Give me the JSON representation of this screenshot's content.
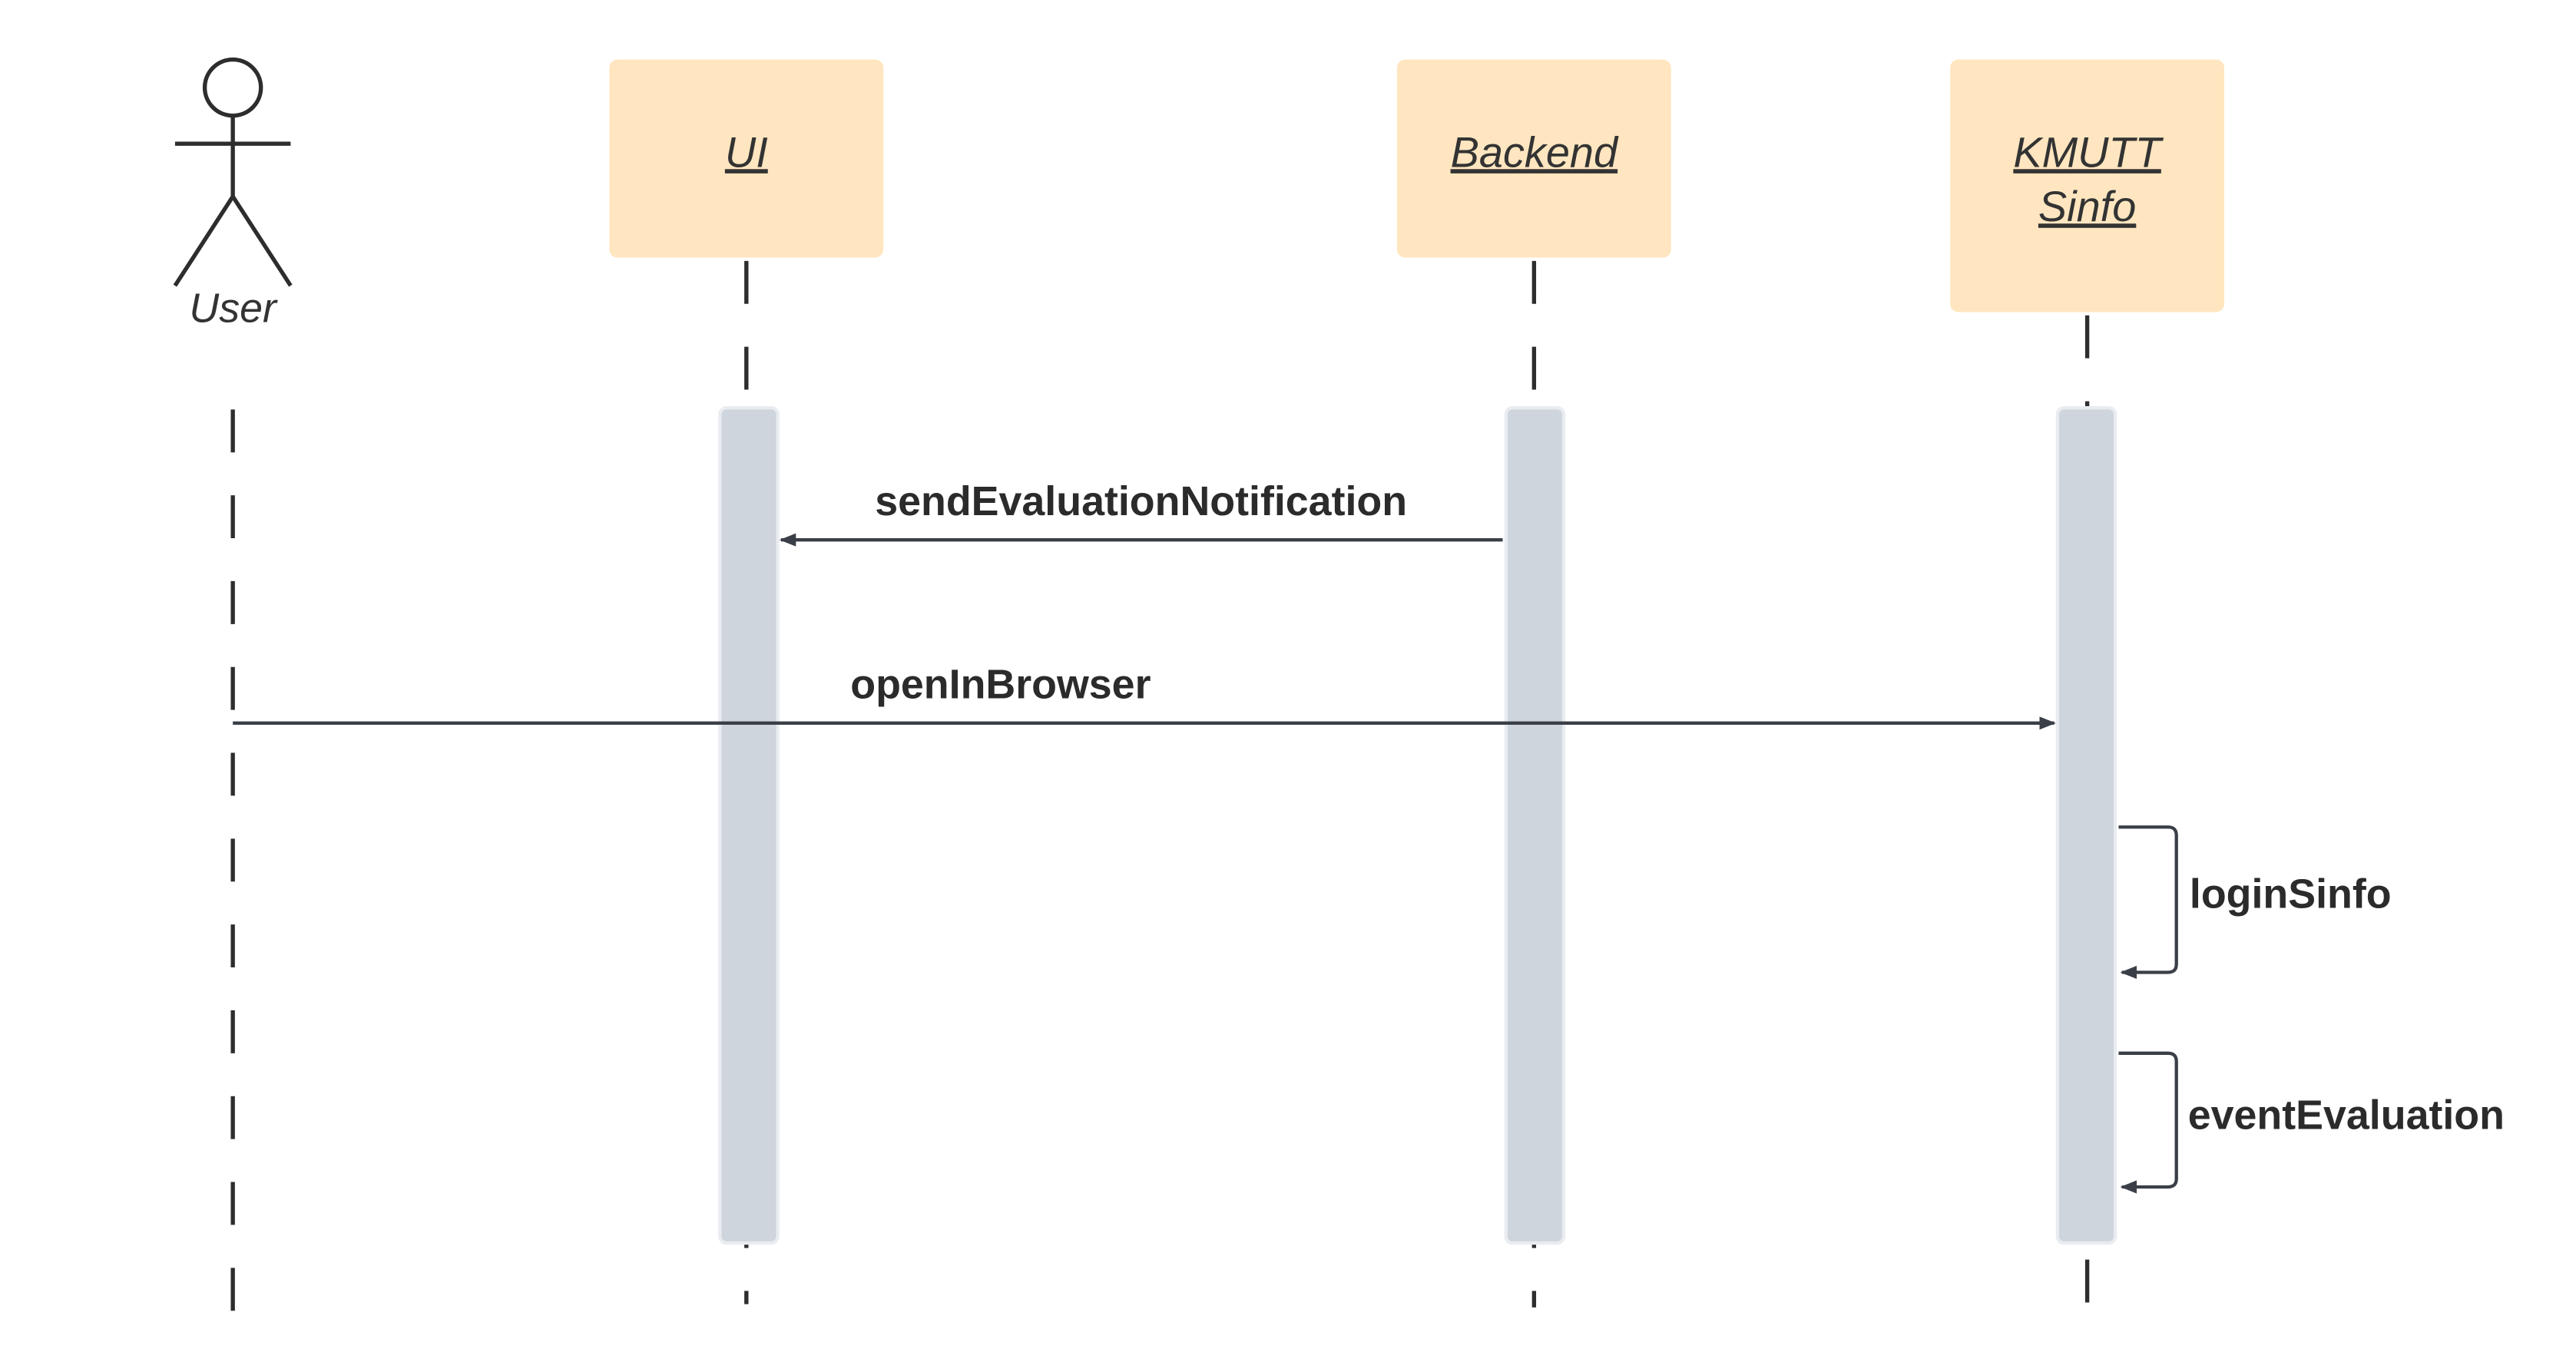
{
  "actor": {
    "label": "User"
  },
  "participants": [
    {
      "lines": [
        "UI"
      ]
    },
    {
      "lines": [
        "Backend"
      ]
    },
    {
      "lines": [
        "KMUTT",
        "Sinfo"
      ]
    }
  ],
  "messages": [
    {
      "label": "sendEvaluationNotification",
      "from": "Backend",
      "to": "UI"
    },
    {
      "label": "openInBrowser",
      "from": "User",
      "to": "KMUTT Sinfo"
    },
    {
      "label": "loginSinfo",
      "from": "KMUTT Sinfo",
      "to": "KMUTT Sinfo"
    },
    {
      "label": "eventEvaluation",
      "from": "KMUTT Sinfo",
      "to": "KMUTT Sinfo"
    }
  ],
  "colors": {
    "participant_box": "#ffe6c0",
    "activation_bar": "#cfd5dd",
    "activation_border": "#e9ecf0",
    "line": "#3a3f47",
    "lifeline": "#2d2d2d",
    "text": "#2b2b2b"
  }
}
